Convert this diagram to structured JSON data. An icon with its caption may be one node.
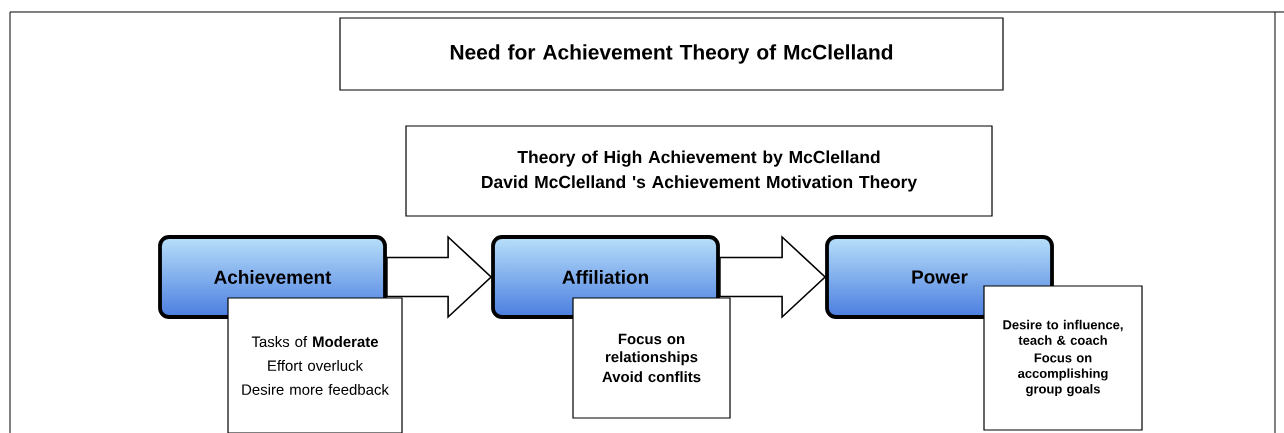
{
  "diagram": {
    "nodes": [
      {
        "text": [
          "Need for Achievement Theory of McClelland"
        ]
      },
      {
        "text": [
          "Theory of  High Achievement by McClelland",
          "David McClelland 's Achievement Motivation Theory"
        ]
      },
      {
        "text": [
          "Achievement"
        ]
      },
      {
        "text": [
          "Tasks of **Moderate**",
          "Effort overluck",
          "Desire more feedback"
        ]
      },
      {
        "text": [
          "Affiliation"
        ]
      },
      {
        "text": [
          "Focus on relationships",
          "Avoid conflits"
        ]
      },
      {
        "text": [
          "Power"
        ]
      },
      {
        "text": [
          "Desire to influence, teach & coach",
          "Focus on accomplishing group goals"
        ]
      }
    ],
    "edges": [
      {
        "from": 2,
        "to": 4,
        "arrow": "to"
      },
      {
        "from": 4,
        "to": 6,
        "arrow": "to"
      }
    ]
  }
}
